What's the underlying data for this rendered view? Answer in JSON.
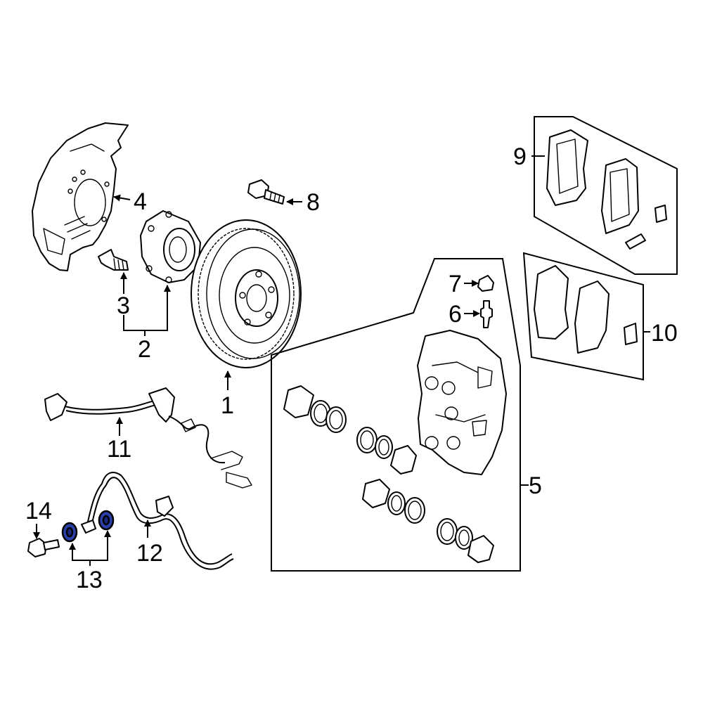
{
  "callouts": {
    "c1": "1",
    "c2": "2",
    "c3": "3",
    "c4": "4",
    "c5": "5",
    "c6": "6",
    "c7": "7",
    "c8": "8",
    "c9": "9",
    "c10": "10",
    "c11": "11",
    "c12": "12",
    "c13": "13",
    "c14": "14"
  },
  "colors": {
    "line": "#000000",
    "highlight": "#2b3fa8",
    "background": "#ffffff"
  }
}
